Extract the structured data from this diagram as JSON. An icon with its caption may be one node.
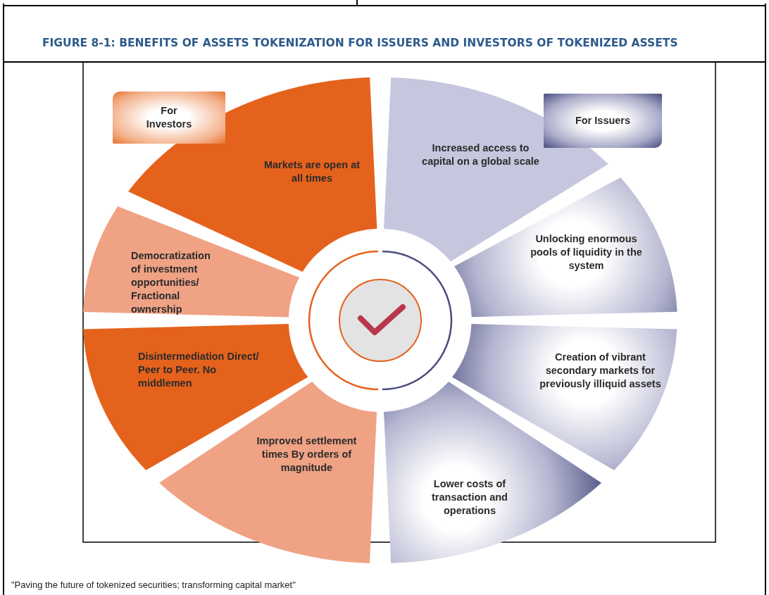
{
  "diagram": {
    "title": "FIGURE 8-1: BENEFITS OF ASSETS TOKENIZATION FOR ISSUERS AND INVESTORS OF TOKENIZED ASSETS",
    "nodes": [
      {
        "text": [
          "For Investors"
        ]
      },
      {
        "text": [
          "Markets are open at all times"
        ]
      },
      {
        "text": [
          "Democratization of investment opportunities/ Fractional ownership"
        ]
      },
      {
        "text": [
          "Disintermediation Direct/ Peer to Peer. No middlemen"
        ]
      },
      {
        "text": [
          "Improved settlement times By orders of magnitude"
        ]
      },
      {
        "text": [
          "For Issuers"
        ]
      },
      {
        "text": [
          "Increased access to capital on a global scale"
        ]
      },
      {
        "text": [
          "Unlocking enormous pools of liquidity in the system"
        ]
      },
      {
        "text": [
          "Creation of vibrant secondary markets for previously illiquid assets"
        ]
      },
      {
        "text": [
          "Lower costs of transaction and operations"
        ]
      }
    ],
    "edges": [],
    "labels": [
      "\"Paving the future of tokenized securities; transforming capital market\""
    ]
  }
}
